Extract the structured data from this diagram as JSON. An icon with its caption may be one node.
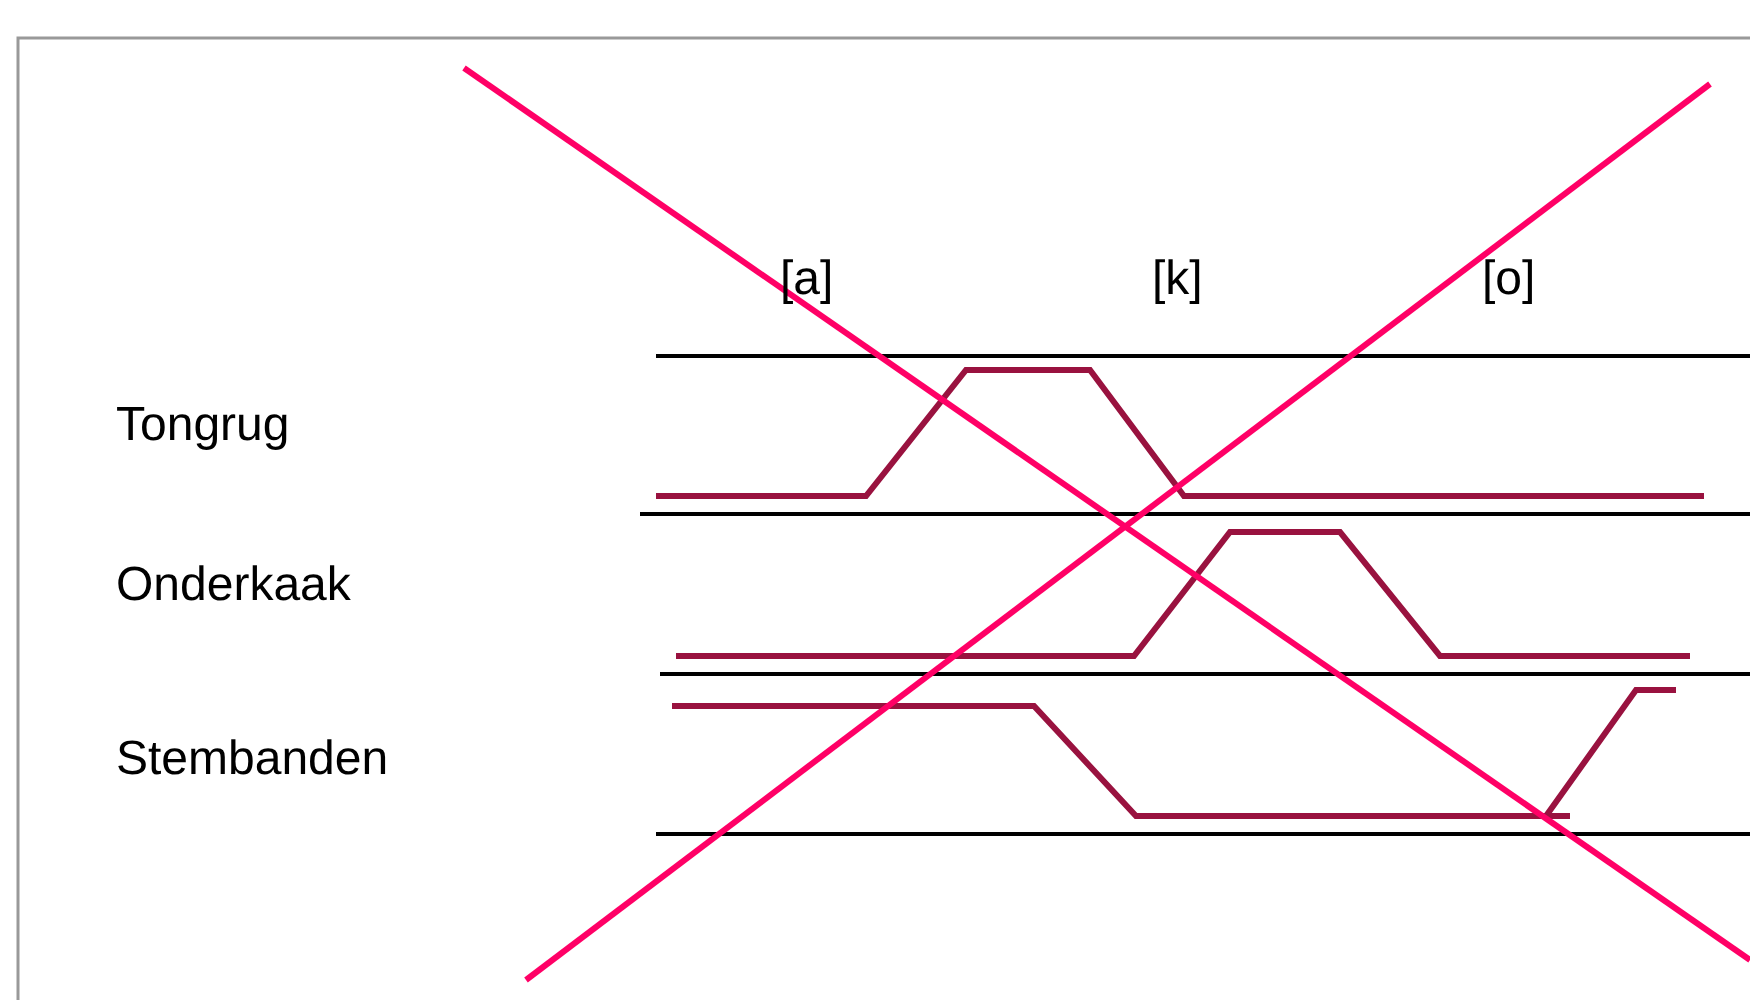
{
  "diagram": {
    "labels": [
      "[a]",
      "[k]",
      "[o]",
      "Tongrug",
      "Onderkaak",
      "Stembanden"
    ]
  }
}
